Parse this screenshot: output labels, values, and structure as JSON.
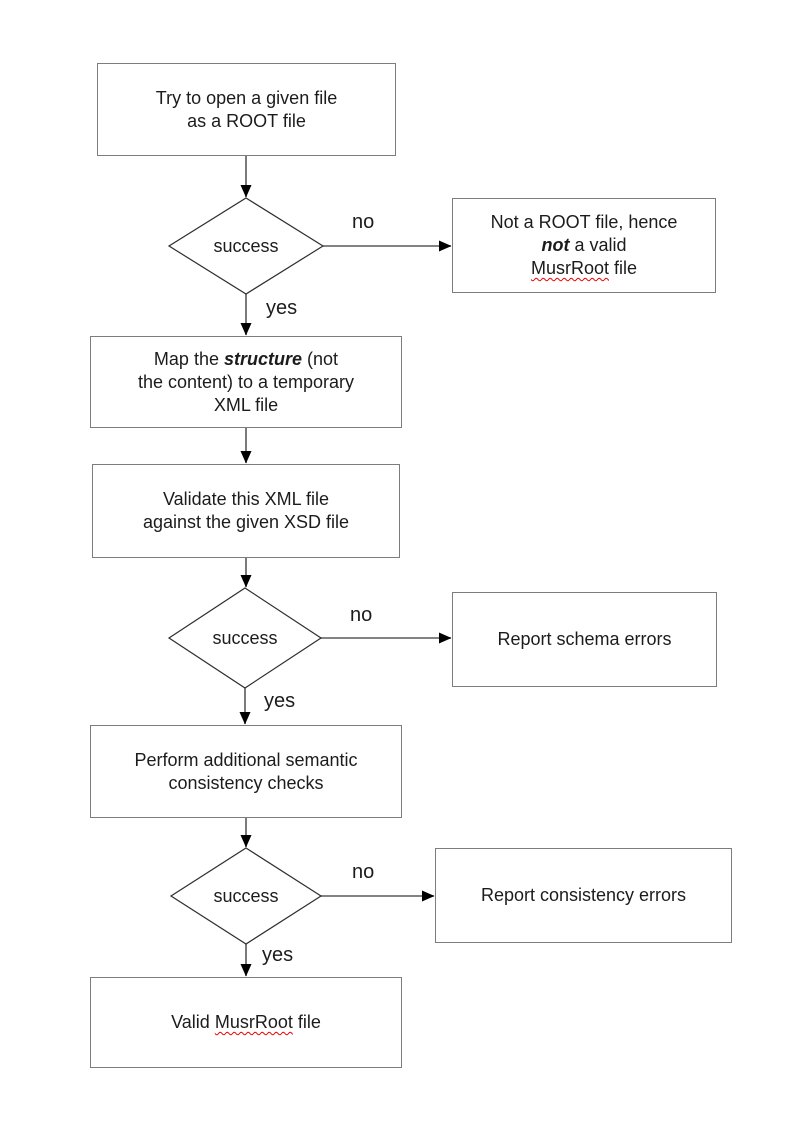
{
  "colors": {
    "box_border": "#7d7d7d",
    "diamond_border": "#2e2e2e",
    "connector": "#5a5a5a",
    "arrowhead": "#000000",
    "text": "#1c1c1c",
    "spellcheck_underline": "#e60000",
    "background": "#ffffff"
  },
  "nodes": {
    "try_open": {
      "line1": "Try to open a given file",
      "line2": "as a ROOT file"
    },
    "decision_root": {
      "label": "success"
    },
    "not_root": {
      "line1": "Not a ROOT file, hence",
      "line2_bold": "not",
      "line2_rest": "a valid",
      "line3_word": "MusrRoot",
      "line3_rest": "file"
    },
    "map_structure": {
      "line1_pre": "Map the",
      "line1_bold": "structure",
      "line1_post": "(not",
      "line2": "the content) to a temporary",
      "line3": "XML file"
    },
    "validate": {
      "line1": "Validate this XML file",
      "line2": "against the given XSD file"
    },
    "decision_schema": {
      "label": "success"
    },
    "report_schema": {
      "label": "Report schema errors"
    },
    "perform_checks": {
      "line1": "Perform additional semantic",
      "line2": "consistency checks"
    },
    "decision_consistency": {
      "label": "success"
    },
    "report_consistency": {
      "label": "Report consistency errors"
    },
    "valid_file": {
      "pre": "Valid",
      "word": "MusrRoot",
      "post": "file"
    }
  },
  "edge_labels": {
    "no1": "no",
    "yes1": "yes",
    "no2": "no",
    "yes2": "yes",
    "no3": "no",
    "yes3": "yes"
  }
}
